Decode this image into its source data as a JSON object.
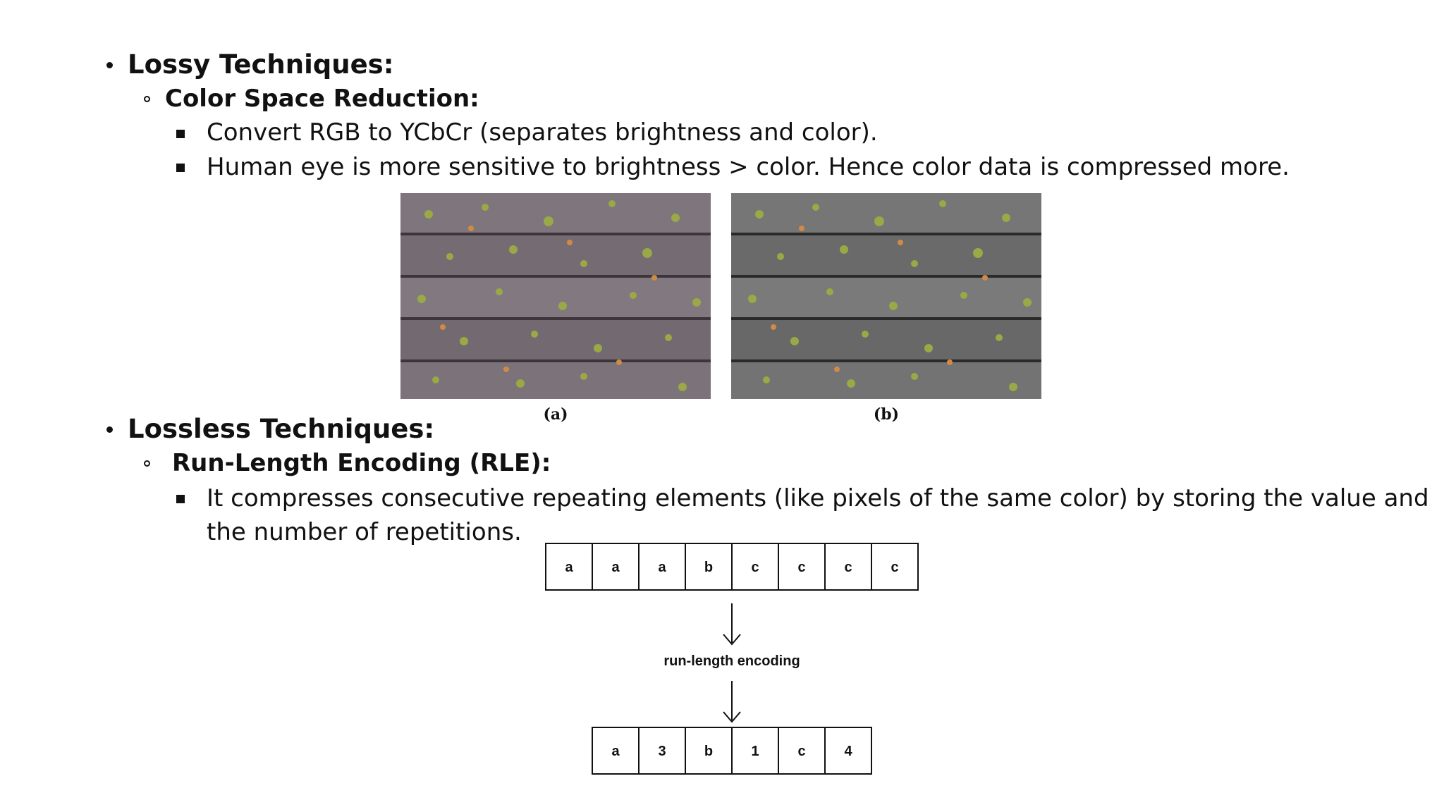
{
  "lossy": {
    "heading": "Lossy Techniques:",
    "sub_heading": "Color Space Reduction:",
    "points": [
      "Convert RGB to YCbCr (separates brightness and color).",
      "Human eye is more sensitive to brightness > color. Hence color data is compressed more."
    ],
    "figure": {
      "captions": [
        "(a)",
        "(b)"
      ]
    }
  },
  "lossless": {
    "heading": "Lossless Techniques:",
    "sub_heading": "Run-Length Encoding (RLE):",
    "points": [
      "It compresses consecutive repeating elements (like pixels of the same color) by storing the value and the number of repetitions."
    ],
    "diagram": {
      "input": [
        "a",
        "a",
        "a",
        "b",
        "c",
        "c",
        "c",
        "c"
      ],
      "label": "run-length encoding",
      "output": [
        "a",
        "3",
        "b",
        "1",
        "c",
        "4"
      ]
    }
  }
}
